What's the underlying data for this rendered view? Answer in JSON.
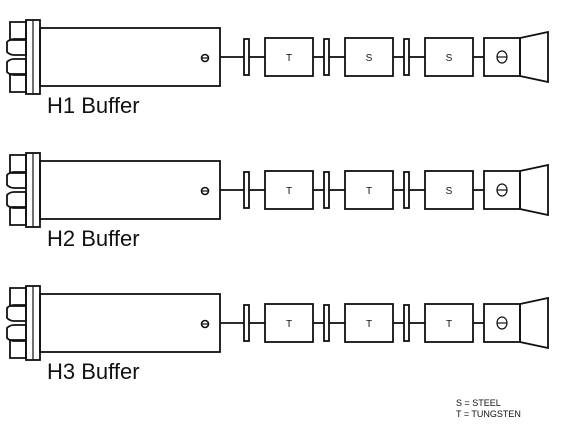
{
  "buffers": [
    {
      "label": "H1 Buffer",
      "weights": [
        "T",
        "S",
        "S"
      ]
    },
    {
      "label": "H2 Buffer",
      "weights": [
        "T",
        "T",
        "S"
      ]
    },
    {
      "label": "H3 Buffer",
      "weights": [
        "T",
        "T",
        "T"
      ]
    }
  ],
  "legend": {
    "steel": "S = STEEL",
    "tungsten": "T = TUNGSTEN"
  }
}
